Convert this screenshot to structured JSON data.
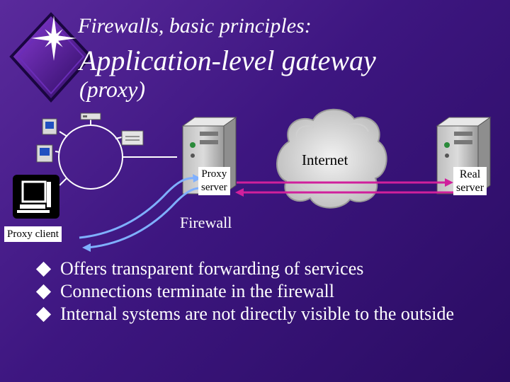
{
  "title": {
    "line1": "Firewalls, basic principles:",
    "line2": "Application-level gateway",
    "line3": "(proxy)"
  },
  "diagram": {
    "proxy_client_label": "Proxy client",
    "proxy_server_line1": "Proxy",
    "proxy_server_line2": "server",
    "internet_label": "Internet",
    "real_server_line1": "Real",
    "real_server_line2": "server",
    "firewall_label": "Firewall"
  },
  "bullets": [
    "Offers transparent forwarding of  services",
    "Connections terminate in the firewall",
    "Internal systems are not directly visible to the outside"
  ],
  "colors": {
    "accent_magenta": "#d0209c",
    "accent_blue": "#7fb0ff",
    "background": "#3d1680"
  }
}
